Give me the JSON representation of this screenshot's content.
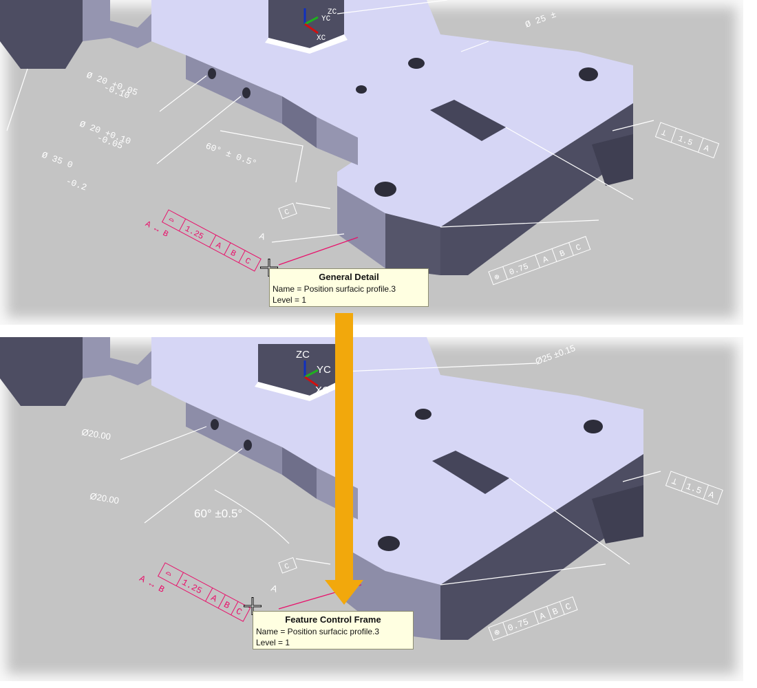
{
  "colors": {
    "background": "#c4c4c4",
    "part_top": "#d6d6f5",
    "part_side": "#8d8da8",
    "part_dark": "#4d4d62",
    "annotation": "#ffffff",
    "highlight": "#e8106a",
    "tooltip_bg": "#ffffe1",
    "arrow": "#f2a80c"
  },
  "top_view": {
    "triad": {
      "zc": "ZC",
      "yc": "YC",
      "xc": "XC"
    },
    "dims": {
      "dia20_a": "Ø 20 +0.05",
      "dia20_a_low": "-0.10",
      "dia20_b": "Ø 20 +0.10",
      "dia20_b_low": "-0.05",
      "dia35": "Ø 35   0",
      "dia35_low": "-0.2",
      "angle": "60° ± 0.5°",
      "dia25": "Ø 25 ±",
      "datum_c": "C",
      "datum_a": "A",
      "perp_frame": [
        "⊥",
        "1.5",
        "A"
      ],
      "pos_frame": [
        "⊕",
        "0.75",
        "A",
        "B",
        "C"
      ],
      "profile_frame": [
        "⌓",
        "1.25",
        "A",
        "B",
        "C"
      ],
      "between": "A ↔ B"
    },
    "tooltip": {
      "title": "General Detail",
      "name": "Name = Position surfacic profile.3",
      "level": "Level = 1"
    }
  },
  "bottom_view": {
    "triad": {
      "zc": "ZC",
      "yc": "YC",
      "xc": "XC"
    },
    "dims": {
      "dia20_a": "Ø20.00",
      "dia20_b": "Ø20.00",
      "angle": "60° ±0.5°",
      "dia25": "Ø25 ±0.15",
      "datum_c": "C",
      "datum_a": "A",
      "perp_frame": [
        "⊥",
        "1.5",
        "A"
      ],
      "pos_frame": [
        "⊕",
        "0.75",
        "A",
        "B",
        "C"
      ],
      "profile_frame": [
        "⌓",
        "1.25",
        "A",
        "B",
        "C"
      ],
      "between": "A ↔ B"
    },
    "tooltip": {
      "title": "Feature Control Frame",
      "name": "Name = Position surfacic profile.3",
      "level": "Level = 1"
    }
  },
  "icons": {
    "cursor": "crosshair-cursor-icon",
    "arrow": "down-arrow-icon"
  }
}
